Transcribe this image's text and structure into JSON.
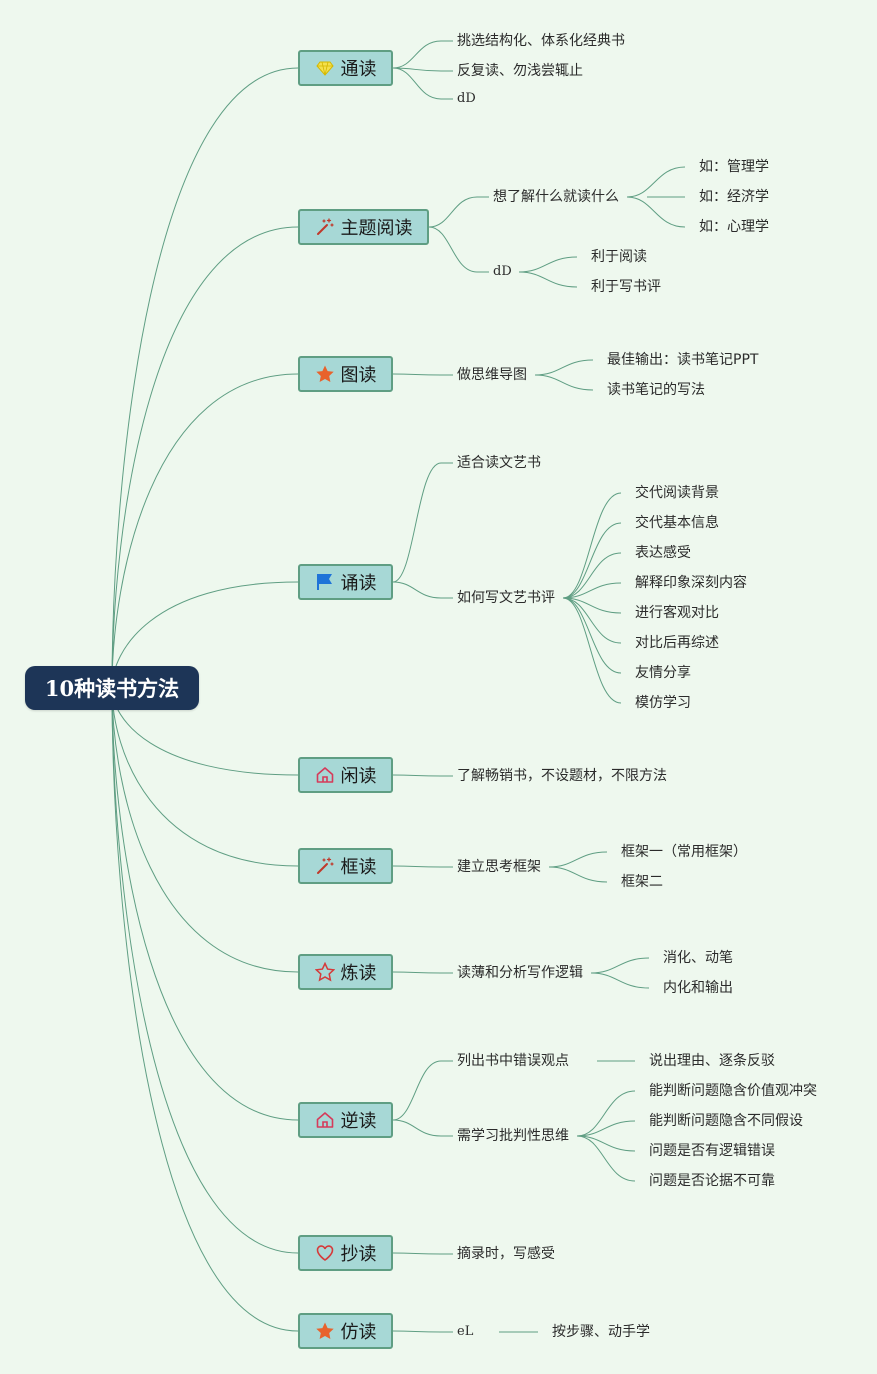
{
  "root": {
    "label": "10种读书方法"
  },
  "colors": {
    "background": "#eef8ee",
    "root_fill": "#1d3557",
    "topic_fill": "#a7d8d6",
    "topic_border": "#5f9e83",
    "link": "#5f9e83"
  },
  "topics": [
    {
      "label": "通读",
      "icon": "diamond-icon",
      "children": [
        {
          "label": "挑选结构化、体系化经典书"
        },
        {
          "label": "反复读、勿浅尝辄止"
        },
        {
          "label": "dD"
        }
      ]
    },
    {
      "label": "主题阅读",
      "icon": "magic-wand-icon",
      "children": [
        {
          "label": "想了解什么就读什么",
          "children": [
            {
              "label": "如：管理学"
            },
            {
              "label": "如：经济学"
            },
            {
              "label": "如：心理学"
            }
          ]
        },
        {
          "label": "dD",
          "children": [
            {
              "label": "利于阅读"
            },
            {
              "label": "利于写书评"
            }
          ]
        }
      ]
    },
    {
      "label": "图读",
      "icon": "star-icon",
      "children": [
        {
          "label": "做思维导图",
          "children": [
            {
              "label": "最佳输出：读书笔记PPT"
            },
            {
              "label": "读书笔记的写法"
            }
          ]
        }
      ]
    },
    {
      "label": "诵读",
      "icon": "flag-icon",
      "children": [
        {
          "label": "适合读文艺书"
        },
        {
          "label": "如何写文艺书评",
          "children": [
            {
              "label": "交代阅读背景"
            },
            {
              "label": "交代基本信息"
            },
            {
              "label": "表达感受"
            },
            {
              "label": "解释印象深刻内容"
            },
            {
              "label": "进行客观对比"
            },
            {
              "label": "对比后再综述"
            },
            {
              "label": "友情分享"
            },
            {
              "label": "模仿学习"
            }
          ]
        }
      ]
    },
    {
      "label": "闲读",
      "icon": "home-icon",
      "children": [
        {
          "label": "了解畅销书，不设题材，不限方法"
        }
      ]
    },
    {
      "label": "框读",
      "icon": "magic-wand-icon",
      "children": [
        {
          "label": "建立思考框架",
          "children": [
            {
              "label": "框架一（常用框架）"
            },
            {
              "label": "框架二"
            }
          ]
        }
      ]
    },
    {
      "label": "炼读",
      "icon": "star-outline-icon",
      "children": [
        {
          "label": "读薄和分析写作逻辑",
          "children": [
            {
              "label": "消化、动笔"
            },
            {
              "label": "内化和输出"
            }
          ]
        }
      ]
    },
    {
      "label": "逆读",
      "icon": "home-icon",
      "children": [
        {
          "label": "列出书中错误观点",
          "children": [
            {
              "label": "说出理由、逐条反驳"
            }
          ]
        },
        {
          "label": "需学习批判性思维",
          "children": [
            {
              "label": "能判断问题隐含价值观冲突"
            },
            {
              "label": "能判断问题隐含不同假设"
            },
            {
              "label": "问题是否有逻辑错误"
            },
            {
              "label": "问题是否论据不可靠"
            }
          ]
        }
      ]
    },
    {
      "label": "抄读",
      "icon": "heart-icon",
      "children": [
        {
          "label": "摘录时，写感受"
        }
      ]
    },
    {
      "label": "仿读",
      "icon": "star-icon",
      "children": [
        {
          "label": "eL",
          "children": [
            {
              "label": "按步骤、动手学"
            }
          ]
        }
      ]
    }
  ]
}
